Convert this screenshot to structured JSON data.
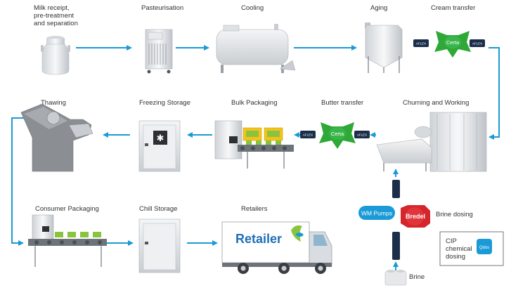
{
  "stages": {
    "milk_receipt": "Milk receipt,\npre-treatment\nand separation",
    "pasteurisation": "Pasteurisation",
    "cooling": "Cooling",
    "aging": "Aging",
    "cream_transfer": "Cream transfer",
    "churning": "Churning and Working",
    "butter_transfer": "Butter transfer",
    "bulk_packaging": "Bulk Packaging",
    "freezing_storage": "Freezing Storage",
    "thawing": "Thawing",
    "consumer_packaging": "Consumer Packaging",
    "chill_storage": "Chill Storage",
    "retailers": "Retailers",
    "brine_dosing": "Brine dosing",
    "brine": "Brine",
    "cip": "CIP\nchemical\ndosing"
  },
  "equipment": {
    "certa_pump": "Certa",
    "aflex_hose": "AFLEX",
    "bredel_pump": "Bredel",
    "wm_pumps": "WM Pumps",
    "qdos_pump": "Qdos",
    "truck_brand": "Retailer"
  },
  "colors": {
    "flow_arrow": "#1a9ad6",
    "certa_green": "#2ea836",
    "bredel_red": "#d6262b",
    "wm_blue": "#1a9ad6",
    "butter_green": "#8ac43f",
    "butter_yellow": "#f3c21b"
  }
}
